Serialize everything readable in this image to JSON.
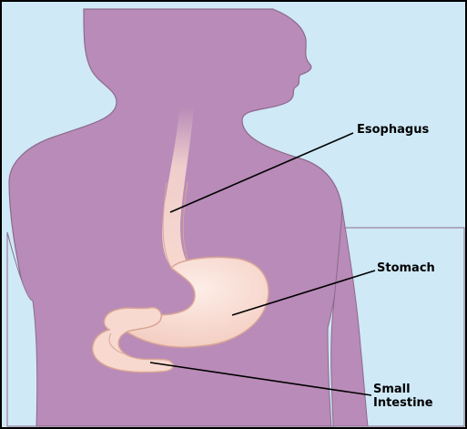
{
  "labels": {
    "esophagus": "Esophagus",
    "stomach": "Stomach",
    "small_intestine_line1": "Small",
    "small_intestine_line2": "Intestine"
  },
  "colors": {
    "background": "#cfe9f6",
    "body": "#b98bb8",
    "body_outline": "#8c6a8c",
    "organ_fill": "#f8d9cf",
    "organ_highlight": "#fdf0ea",
    "organ_outline": "#d8a597",
    "leader_line": "#000000",
    "frame": "#000000"
  }
}
